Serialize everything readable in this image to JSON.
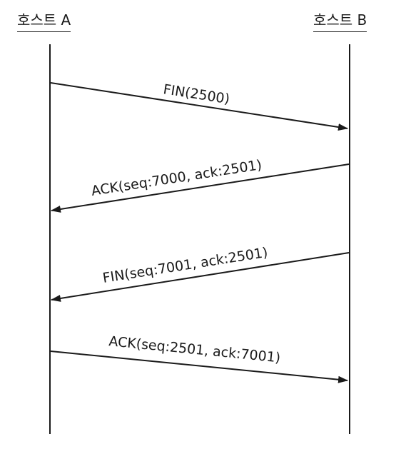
{
  "hosts": {
    "a": "호스트 A",
    "b": "호스트 B"
  },
  "messages": [
    {
      "label": "FIN(2500)",
      "from": "a",
      "to": "b"
    },
    {
      "label": "ACK(seq:7000, ack:2501)",
      "from": "b",
      "to": "a"
    },
    {
      "label": "FIN(seq:7001, ack:2501)",
      "from": "b",
      "to": "a"
    },
    {
      "label": "ACK(seq:2501, ack:7001)",
      "from": "a",
      "to": "b"
    }
  ]
}
